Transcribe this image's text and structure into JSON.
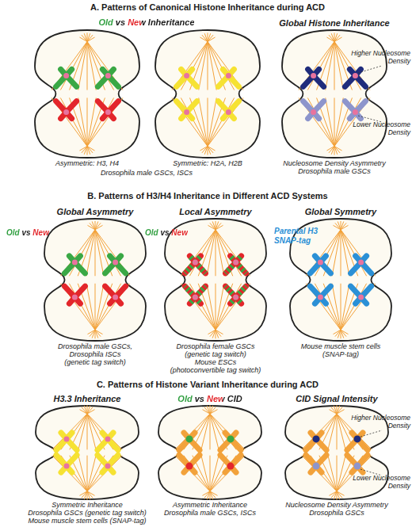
{
  "diagram": {
    "nodes": [
      {
        "text": [
          "Asymmetric: H3, H4"
        ]
      },
      {
        "text": [
          "Symmetric: H2A, H2B"
        ]
      },
      {
        "text": [
          "Global Histone Inheritance",
          "Nucleosome Density Asymmetry",
          "Drosophila male GSCs"
        ]
      },
      {
        "text": [
          "Global Asymmetry",
          "Drosophila male GSCs,",
          "Drosophila ISCs",
          "(genetic tag switch)"
        ]
      },
      {
        "text": [
          "Local Asymmetry",
          "Drosophila female GSCs",
          "(genetic tag switch)",
          "Mouse ESCs",
          "(photoconvertible tag switch)"
        ]
      },
      {
        "text": [
          "Global Symmetry",
          "Mouse muscle stem cells",
          "(SNAP-tag)"
        ]
      },
      {
        "text": [
          "H3.3 Inheritance",
          "Symmetric Inheritance",
          "Drosophila GSCs (genetic tag switch)",
          "Mouse muscle stem cells (SNAP-tag)"
        ]
      },
      {
        "text": [
          "Old vs New CID",
          "Asymmetric Inheritance",
          "Drosophila male GSCs, ISCs"
        ]
      },
      {
        "text": [
          "CID Signal Intensity",
          "Nucleosome Density Asymmetry",
          "Drosophila GSCs"
        ]
      }
    ],
    "labels": [
      "A. Patterns of Canonical Histone Inheritance during ACD",
      "Old vs New Inheritance",
      "Drosophila male GSCs, ISCs",
      "Higher Nucleosome Density",
      "Lower Nucleosome Density",
      "B. Patterns of H3/H4 Inheritance in Different ACD Systems",
      "Old vs New",
      "Old vs New",
      "Parental H3 SNAP-tag",
      "C. Patterns of Histone Variant Inheritance during ACD",
      "Higher Nucleosome Density",
      "Lower Nucleosome Density"
    ]
  }
}
